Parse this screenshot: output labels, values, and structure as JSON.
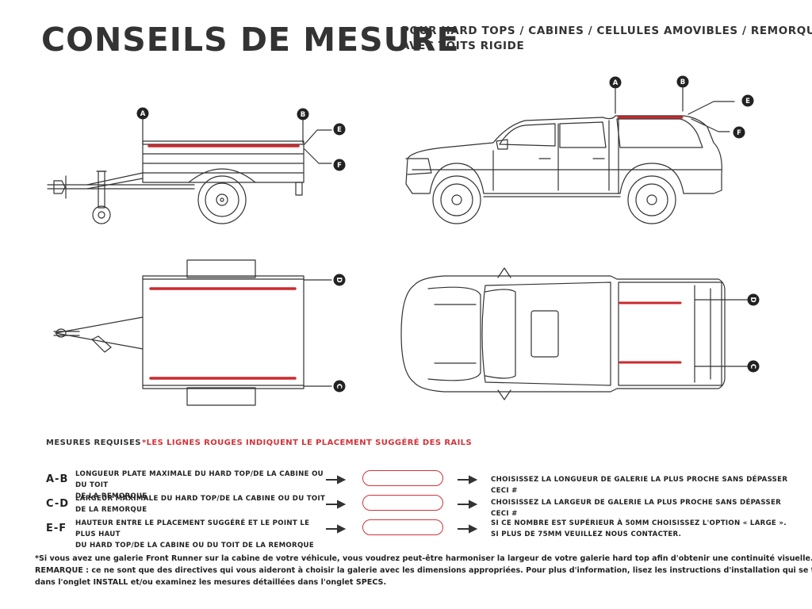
{
  "header": {
    "title": "CONSEILS DE MESURE",
    "subtitle_line1": "POUR HARD TOPS / CABINES / CELLULES AMOVIBLES / REMORQUES",
    "subtitle_line2": "AVEC TOITS RIGIDE"
  },
  "diagram": {
    "marker_labels": {
      "a": "A",
      "b": "B",
      "c": "C",
      "d": "D",
      "e": "E",
      "f": "F"
    },
    "rail_color": "#cc2a2f",
    "line_color": "#333333"
  },
  "requirements": {
    "heading": "MESURES REQUISES",
    "note": "*LES LIGNES ROUGES INDIQUENT LE PLACEMENT SUGGÉRÉ DES RAILS",
    "rows": [
      {
        "code": "A-B",
        "desc_line1": "LONGUEUR PLATE MAXIMALE DU HARD TOP/DE LA CABINE OU DU TOIT",
        "desc_line2": "DE LA REMORQUE",
        "result_line1": "CHOISISSEZ LA LONGUEUR DE GALERIE LA PLUS PROCHE SANS DÉPASSER CECI #",
        "result_line2": ""
      },
      {
        "code": "C-D",
        "desc_line1": "LARGEUR MAXIMALE DU HARD TOP/DE LA CABINE OU DU TOIT",
        "desc_line2": "DE LA REMORQUE",
        "result_line1": "CHOISISSEZ LA LARGEUR DE GALERIE LA PLUS PROCHE SANS DÉPASSER CECI #",
        "result_line2": ""
      },
      {
        "code": "E-F",
        "desc_line1": "HAUTEUR ENTRE LE PLACEMENT SUGGÉRÉ ET LE POINT LE PLUS HAUT",
        "desc_line2": "DU HARD TOP/DE LA CABINE OU DU TOIT DE LA REMORQUE",
        "result_line1": "SI CE NOMBRE EST SUPÉRIEUR À 50MM CHOISISSEZ L'OPTION « LARGE ».",
        "result_line2": "SI PLUS DE 75MM VEUILLEZ NOUS CONTACTER."
      }
    ]
  },
  "footer": {
    "line1": "*Si vous avez une galerie Front Runner sur la cabine de votre véhicule, vous voudrez peut-être harmoniser la largeur de votre galerie hard top afin d'obtenir une continuité visuelle.",
    "line2": "REMARQUE : ce ne sont que des directives qui vous aideront à choisir la galerie avec les dimensions appropriées. Pour plus d'information, lisez les instructions d'installation qui se trouvent",
    "line3": "dans l'onglet INSTALL et/ou examinez les mesures détaillées dans l'onglet SPECS."
  }
}
